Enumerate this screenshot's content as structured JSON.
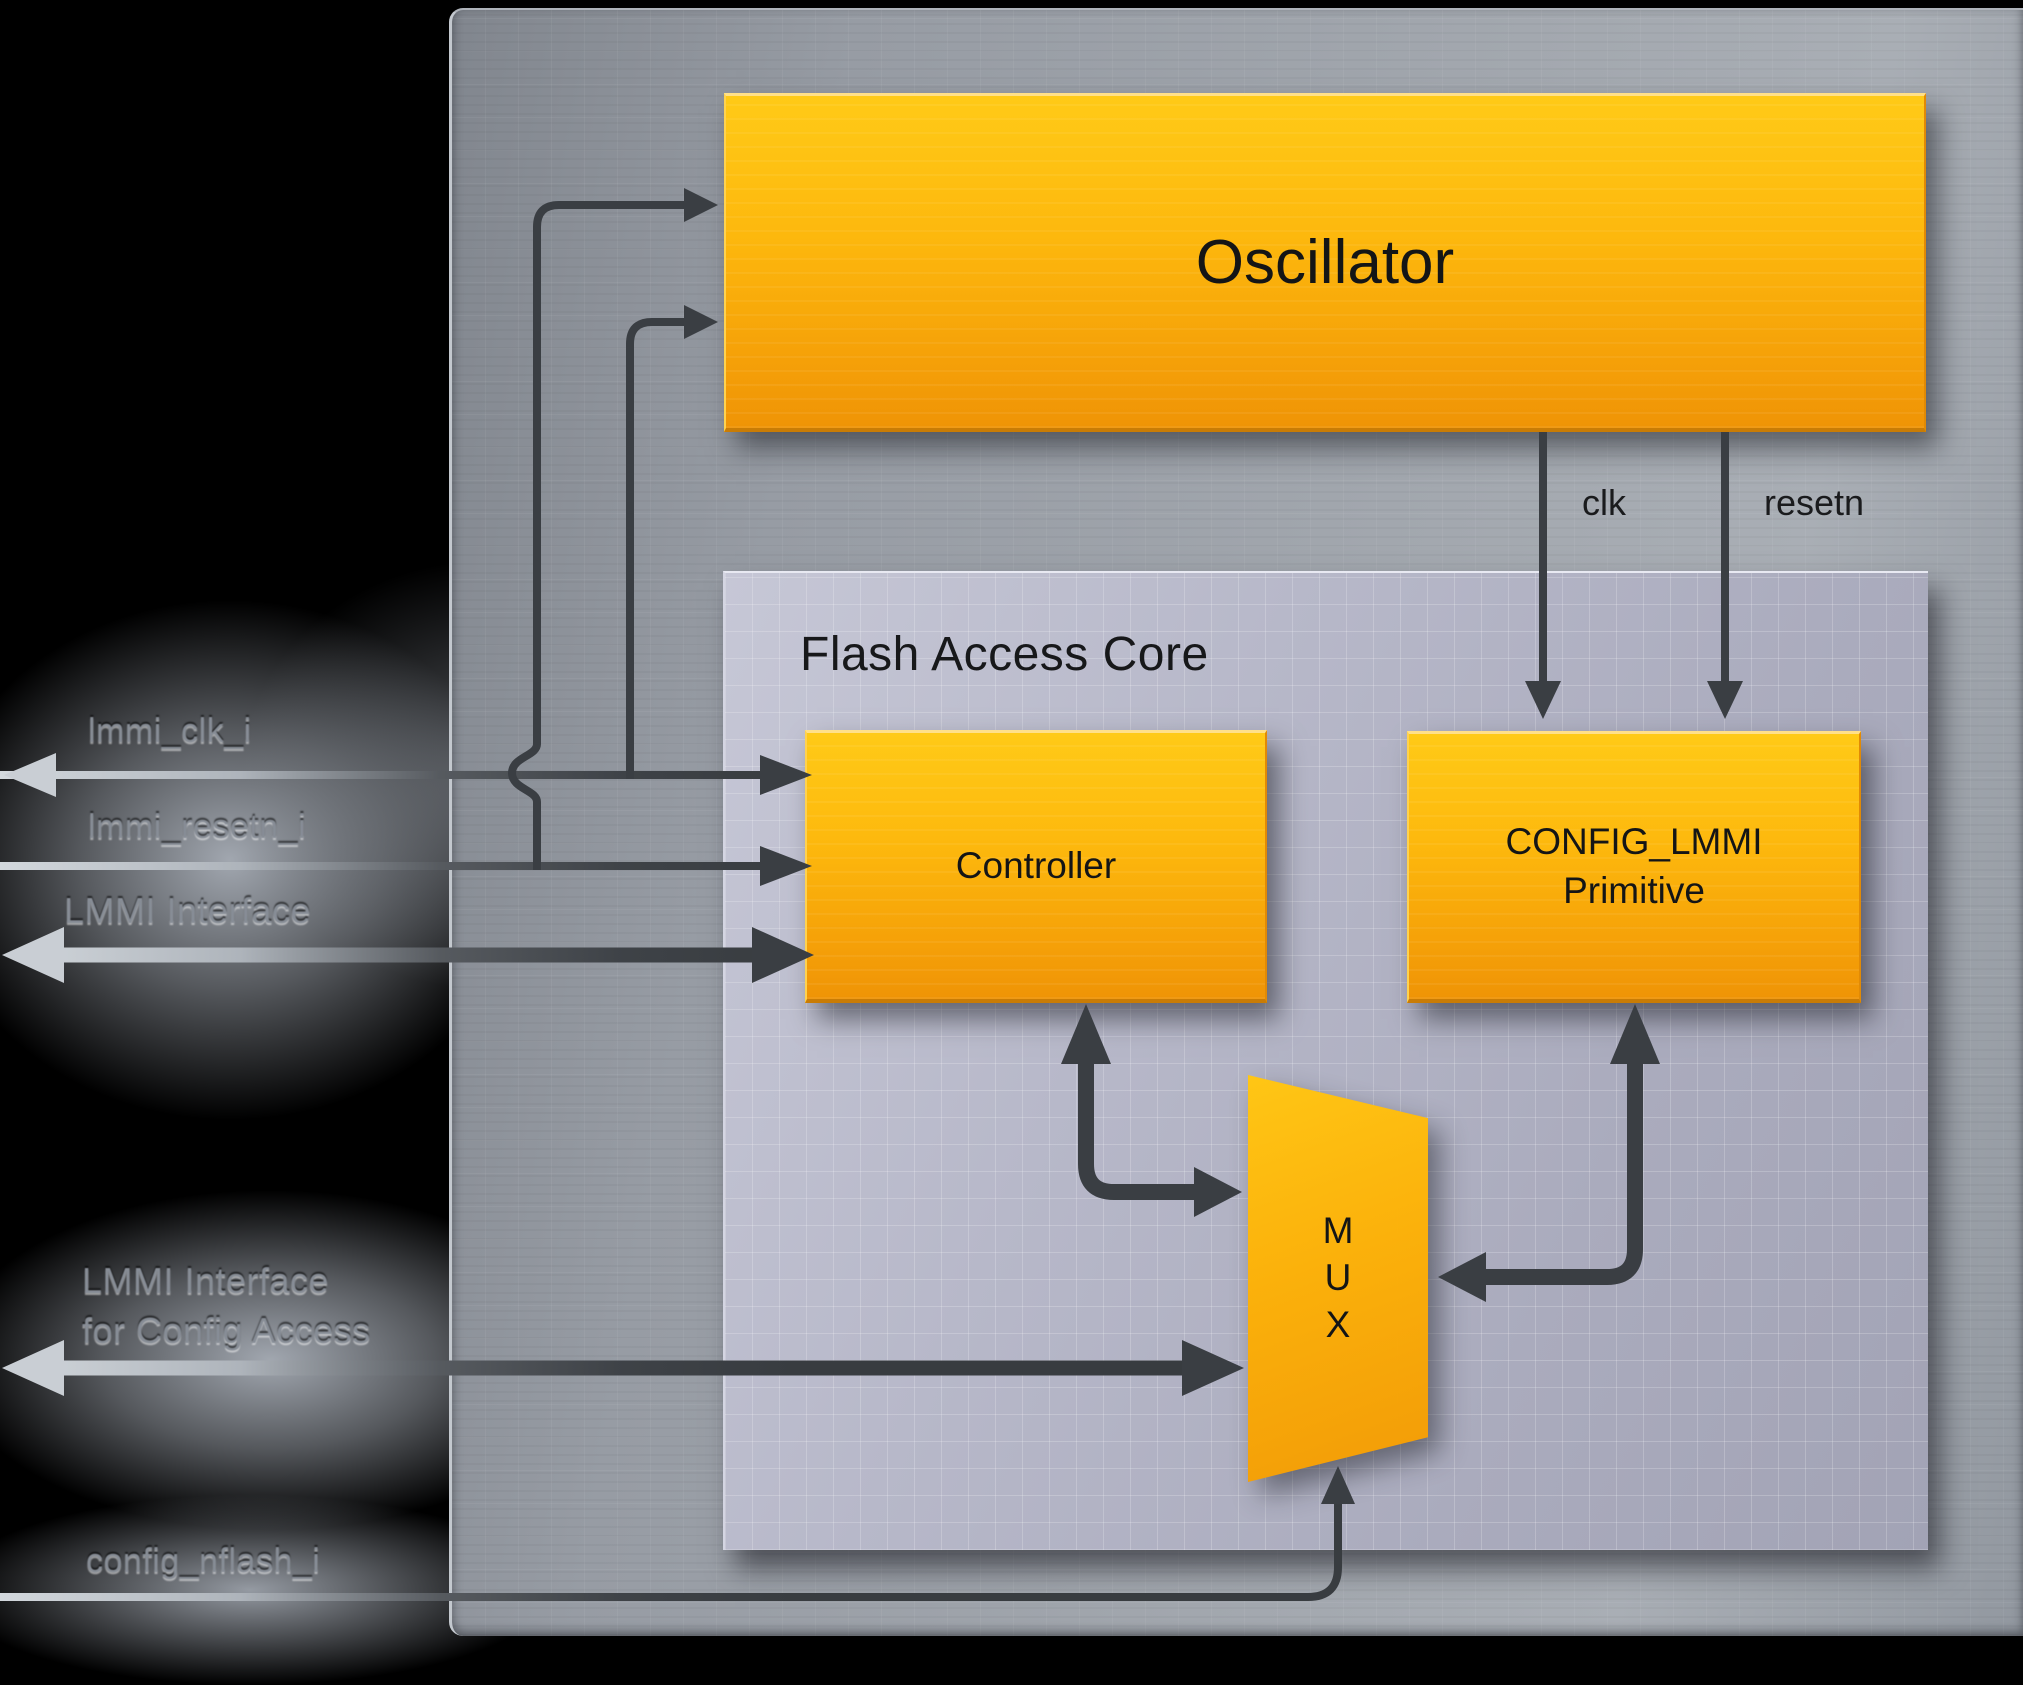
{
  "diagram": {
    "oscillator": {
      "label": "Oscillator"
    },
    "flash_access_core": {
      "title": "Flash Access Core"
    },
    "controller": {
      "label": "Controller"
    },
    "config_lmmi": {
      "line1": "CONFIG_LMMI",
      "line2": "Primitive"
    },
    "mux": {
      "letters": [
        "M",
        "U",
        "X"
      ]
    },
    "signals": {
      "clk": "clk",
      "resetn": "resetn",
      "lmmi_clk": "lmmi_clk_i",
      "lmmi_resetn": "lmmi_resetn_i",
      "lmmi_interface": "LMMI Interface",
      "lmmi_config_line1": "LMMI Interface",
      "lmmi_config_line2": "for Config Access",
      "config_nflash": "config_nflash_i"
    },
    "connections": [
      {
        "signal": "lmmi_clk_i",
        "from": "external",
        "to": [
          "Controller",
          "Oscillator"
        ],
        "bidirectional": true
      },
      {
        "signal": "lmmi_resetn_i",
        "from": "external",
        "to": [
          "Controller",
          "Oscillator"
        ],
        "bidirectional": false
      },
      {
        "signal": "LMMI Interface",
        "from": "external",
        "to": "Controller",
        "bidirectional": true
      },
      {
        "signal": "clk",
        "from": "Oscillator",
        "to": "Flash Access Core",
        "bidirectional": false
      },
      {
        "signal": "resetn",
        "from": "Oscillator",
        "to": "Flash Access Core",
        "bidirectional": false
      },
      {
        "signal": "Controller-MUX",
        "from": "Controller",
        "to": "MUX",
        "bidirectional": true
      },
      {
        "signal": "CONFIG_LMMI-MUX",
        "from": "CONFIG_LMMI Primitive",
        "to": "MUX",
        "bidirectional": true
      },
      {
        "signal": "LMMI Interface for Config Access",
        "from": "external",
        "to": "MUX",
        "bidirectional": true
      },
      {
        "signal": "config_nflash_i",
        "from": "external",
        "to": "MUX",
        "bidirectional": false
      }
    ],
    "colors": {
      "orange_top": "#ffca17",
      "orange_bottom": "#ef9406",
      "outer_panel": "#9aa0a7",
      "inner_panel": "#b4b5c6",
      "arrow_dark": "#3a3e43",
      "arrow_light": "#cdd2d8",
      "background": "#000000"
    }
  }
}
